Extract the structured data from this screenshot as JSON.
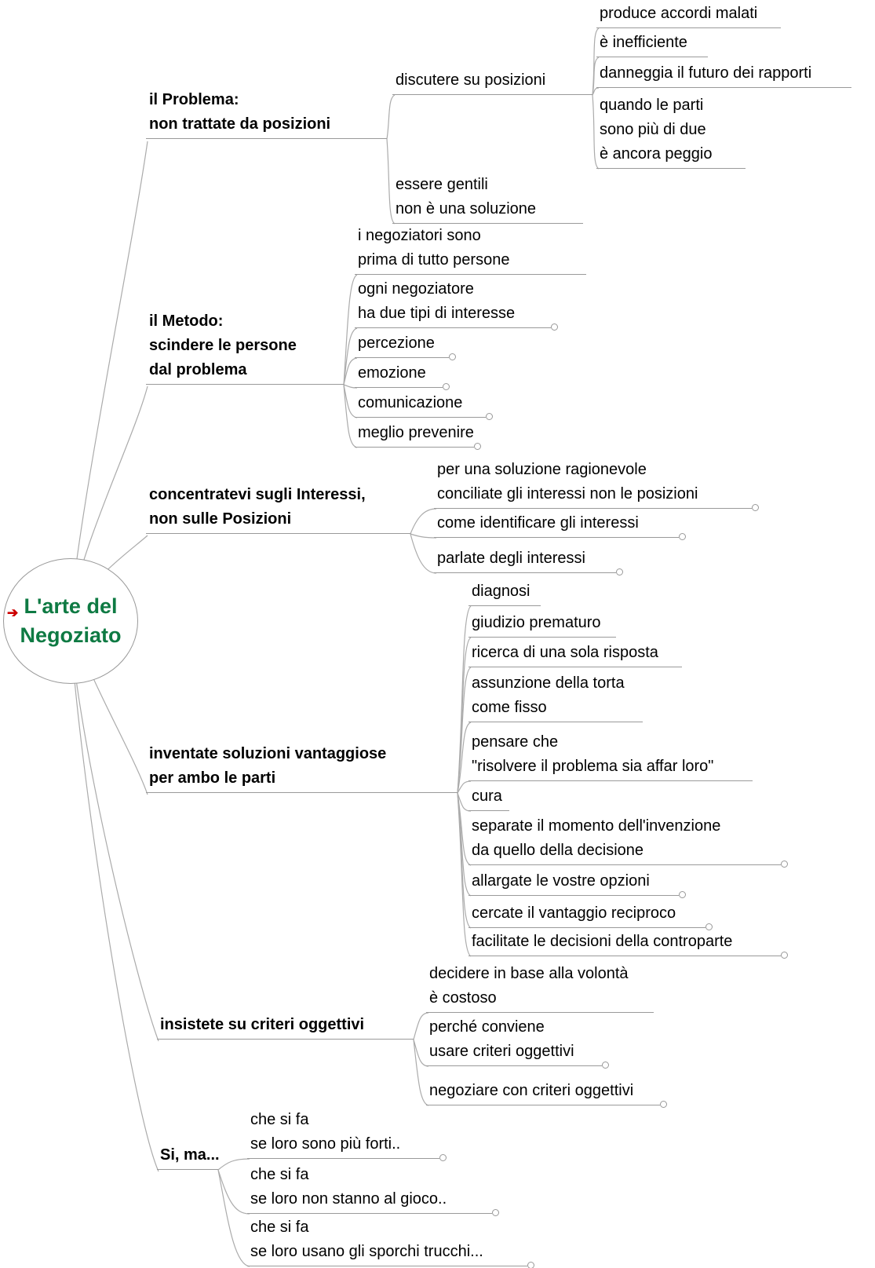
{
  "root": {
    "label": "L'arte del\nNegoziato"
  },
  "icons": {
    "link_arrow": "➔"
  },
  "colors": {
    "root_text": "#0e7a43",
    "edge": "#ababab",
    "underline": "#9a9a9a",
    "text": "#000000",
    "link_arrow": "#cc0000",
    "background": "#ffffff"
  },
  "branches": [
    {
      "label": "il Problema:\nnon trattate da posizioni",
      "children": [
        {
          "label": "discutere su posizioni",
          "children": [
            {
              "label": "produce accordi malati"
            },
            {
              "label": "è inefficiente"
            },
            {
              "label": "danneggia il futuro dei rapporti"
            },
            {
              "label": "quando le parti\nsono più di due\nè ancora peggio"
            }
          ]
        },
        {
          "label": "essere gentili\nnon è una soluzione"
        }
      ]
    },
    {
      "label": "il Metodo:\nscindere le persone\ndal problema",
      "children": [
        {
          "label": "i negoziatori sono\nprima di tutto persone"
        },
        {
          "label": "ogni negoziatore\nha due tipi di interesse",
          "folded": true
        },
        {
          "label": "percezione",
          "folded": true
        },
        {
          "label": "emozione",
          "folded": true
        },
        {
          "label": "comunicazione",
          "folded": true
        },
        {
          "label": "meglio prevenire",
          "folded": true
        }
      ]
    },
    {
      "label": "concentratevi sugli Interessi,\nnon sulle Posizioni",
      "children": [
        {
          "label": "per una soluzione ragionevole\nconciliate gli interessi non le posizioni",
          "folded": true
        },
        {
          "label": "come identificare gli interessi",
          "folded": true
        },
        {
          "label": "parlate degli interessi",
          "folded": true
        }
      ]
    },
    {
      "label": "inventate soluzioni vantaggiose\nper ambo le parti",
      "children": [
        {
          "label": "diagnosi"
        },
        {
          "label": "giudizio prematuro"
        },
        {
          "label": "ricerca di una sola risposta"
        },
        {
          "label": "assunzione della torta\ncome fisso"
        },
        {
          "label": "pensare che\n\"risolvere il problema sia affar loro\""
        },
        {
          "label": "cura"
        },
        {
          "label": "separate il momento dell'invenzione\nda quello della decisione",
          "folded": true
        },
        {
          "label": "allargate le vostre opzioni",
          "folded": true
        },
        {
          "label": "cercate il vantaggio reciproco",
          "folded": true
        },
        {
          "label": "facilitate le decisioni della controparte",
          "folded": true
        }
      ]
    },
    {
      "label": "insistete su criteri oggettivi",
      "children": [
        {
          "label": "decidere in base alla volontà\nè costoso"
        },
        {
          "label": "perché conviene\nusare criteri oggettivi",
          "folded": true
        },
        {
          "label": "negoziare con criteri oggettivi",
          "folded": true
        }
      ]
    },
    {
      "label": "Si, ma...",
      "children": [
        {
          "label": "che si fa\nse loro sono più forti..",
          "folded": true
        },
        {
          "label": "che si fa\nse loro non stanno al gioco..",
          "folded": true
        },
        {
          "label": "che si fa\nse loro usano gli sporchi trucchi...",
          "folded": true
        }
      ]
    }
  ]
}
